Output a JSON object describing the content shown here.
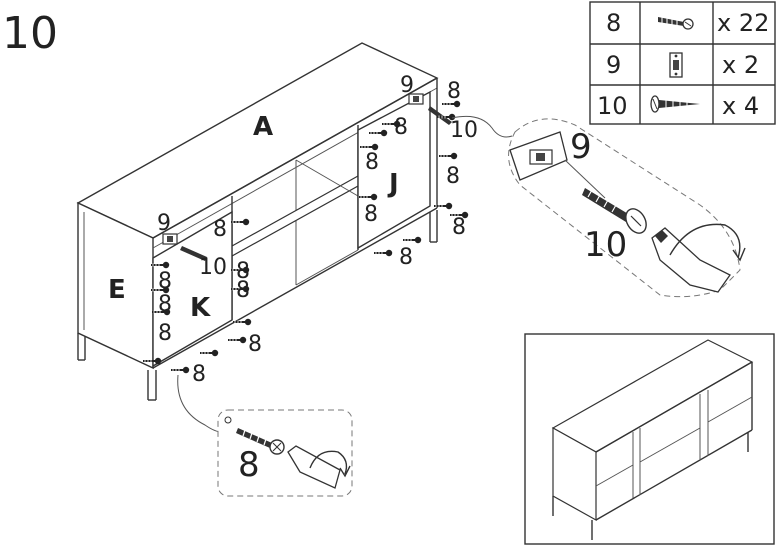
{
  "step_number": "10",
  "parts_table": [
    {
      "part": "8",
      "icon": "screw-icon",
      "qty": "x 22"
    },
    {
      "part": "9",
      "icon": "magnet-catch-icon",
      "qty": "x 2"
    },
    {
      "part": "10",
      "icon": "countersunk-screw-icon",
      "qty": "x 4"
    }
  ],
  "panel_labels": {
    "a": "A",
    "e": "E",
    "j": "J",
    "k": "K"
  },
  "part_labels": {
    "screw": "8",
    "catch": "9",
    "long_screw": "10"
  },
  "detail_labels": {
    "catch": "9",
    "long_screw": "10",
    "screw": "8"
  }
}
